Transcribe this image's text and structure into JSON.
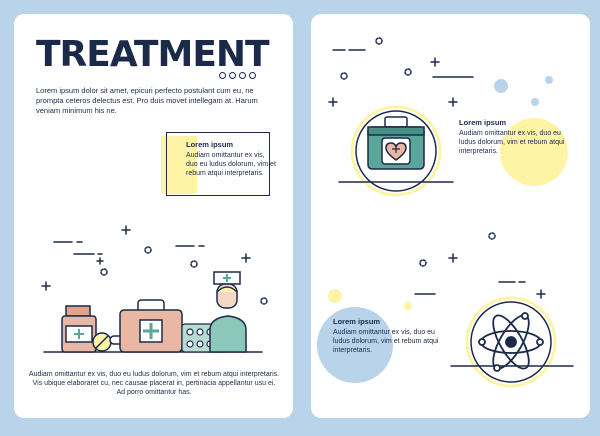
{
  "left_page": {
    "title": "TREATMENT",
    "intro": "Lorem ipsum dolor sit amet, epicuri perfecto postulant cum eu, ne prompta ceteros delectus est. Pro duis movet intellegam at. Harum veniam minimum his ne.",
    "callout": {
      "heading": "Lorem ipsum",
      "body": "Audiam omittantur ex vis, duo eu ludus dolorum, vim et rebum atqui interpretaris."
    },
    "footer": "Audiam omittantur ex vis, duo eu ludus dolorum, vim et rebum atqui interpretaris. Vis ubique elaboraret cu, nec causae placerat in, pertinacia appellantur usu ei. Ad porro omittantur has."
  },
  "right_page": {
    "block_1": {
      "heading": "Lorem ipsum",
      "body": "Audiam omittantur ex vis, duo eu ludus dolorum, vim et rebum atqui interpretaris."
    },
    "block_2": {
      "heading": "Lorem ipsum",
      "body": "Audiam omittantur ex vis, duo eu ludus dolorum, vim et rebum atqui interpretaris."
    }
  },
  "colors": {
    "background": "#b8d3ea",
    "ink": "#1c2a4a",
    "accent_yellow": "#fdf4a6",
    "accent_blue": "#b8d3ea",
    "teal": "#5aa69a",
    "salmon": "#d99c8a"
  },
  "icons": [
    "first-aid-kit-icon",
    "atom-icon",
    "medicine-bottle-icon",
    "pills-icon",
    "nurse-icon",
    "blister-pack-icon"
  ]
}
